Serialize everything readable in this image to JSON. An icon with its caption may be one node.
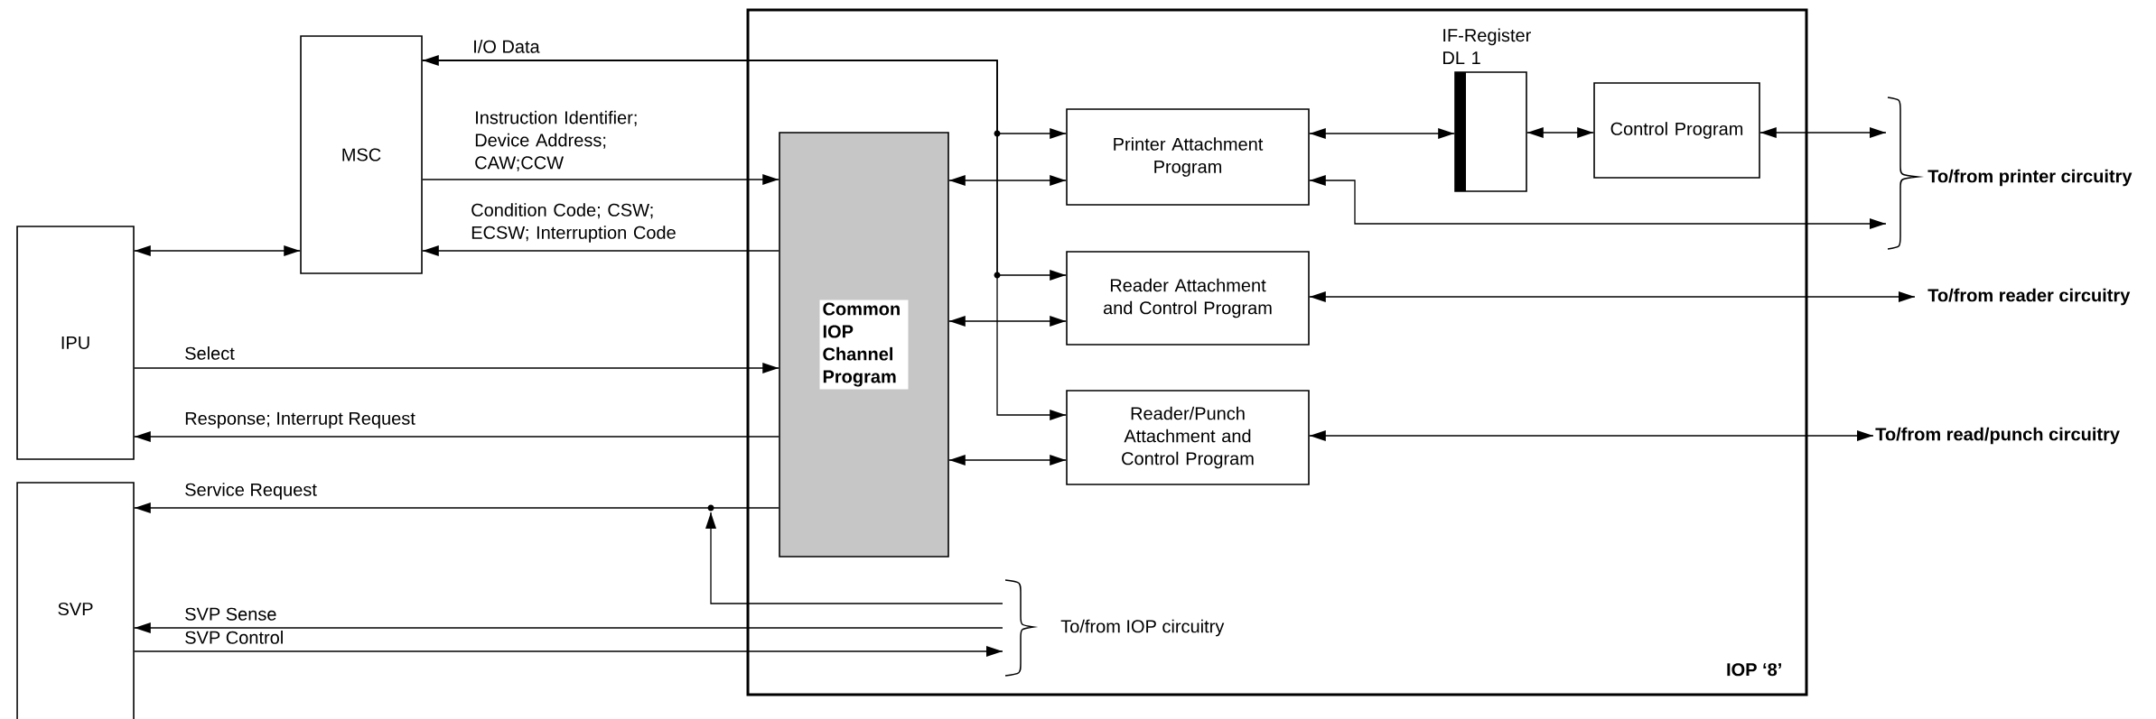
{
  "diagram": {
    "nodes": [
      {
        "text": [
          "IPU"
        ]
      },
      {
        "text": [
          "SVP"
        ]
      },
      {
        "text": [
          "MSC"
        ]
      },
      {
        "text": [
          "IOP ‘8’"
        ]
      },
      {
        "text": [
          "Common IOP Channel Program"
        ],
        "in": 3
      },
      {
        "text": [
          "Printer Attachment Program"
        ],
        "in": 3
      },
      {
        "text": [
          "Reader Attachment and Control Program"
        ],
        "in": 3
      },
      {
        "text": [
          "Reader/Punch Attachment and Control Program"
        ],
        "in": 3
      },
      {
        "text": [
          "IF-Register DL 1"
        ],
        "in": 3
      },
      {
        "text": [
          "Control Program"
        ],
        "in": 3
      },
      {
        "text": [
          "To/from IOP circuitry"
        ],
        "in": 3
      },
      {
        "text": [
          "To/from printer circuitry"
        ]
      },
      {
        "text": [
          "To/from reader circuitry"
        ]
      },
      {
        "text": [
          "To/from read/punch circuitry"
        ]
      }
    ],
    "edges": [
      {
        "from": 5,
        "to": 2,
        "arrow": "both",
        "label": "I/O Data"
      },
      {
        "from": 2,
        "to": 6,
        "arrow": "to"
      },
      {
        "from": 2,
        "to": 7,
        "arrow": "to"
      },
      {
        "from": 2,
        "to": 4,
        "arrow": "to",
        "label": "Instruction Identifier; Device Address; CAW;CCW"
      },
      {
        "from": 4,
        "to": 2,
        "arrow": "to",
        "label": "Condition Code; CSW; ECSW; Interruption Code"
      },
      {
        "from": 0,
        "to": 2,
        "arrow": "both"
      },
      {
        "from": 0,
        "to": 4,
        "arrow": "to",
        "label": "Select"
      },
      {
        "from": 4,
        "to": 0,
        "arrow": "to",
        "label": "Response; Interrupt Request"
      },
      {
        "from": 4,
        "to": 1,
        "arrow": "to",
        "label": "Service Request"
      },
      {
        "from": 10,
        "to": null,
        "arrow": "to"
      },
      {
        "from": 10,
        "to": 1,
        "arrow": "to",
        "label": "SVP Sense"
      },
      {
        "from": 1,
        "to": 10,
        "arrow": "to",
        "label": "SVP Control"
      },
      {
        "from": 4,
        "to": 5,
        "arrow": "both"
      },
      {
        "from": 4,
        "to": 6,
        "arrow": "both"
      },
      {
        "from": 4,
        "to": 7,
        "arrow": "both"
      },
      {
        "from": 5,
        "to": 8,
        "arrow": "both"
      },
      {
        "from": 8,
        "to": 9,
        "arrow": "both"
      },
      {
        "from": 9,
        "to": 11,
        "arrow": "both"
      },
      {
        "from": 5,
        "to": 11,
        "arrow": "both"
      },
      {
        "from": 6,
        "to": 12,
        "arrow": "both"
      },
      {
        "from": 7,
        "to": 13,
        "arrow": "both"
      }
    ]
  }
}
